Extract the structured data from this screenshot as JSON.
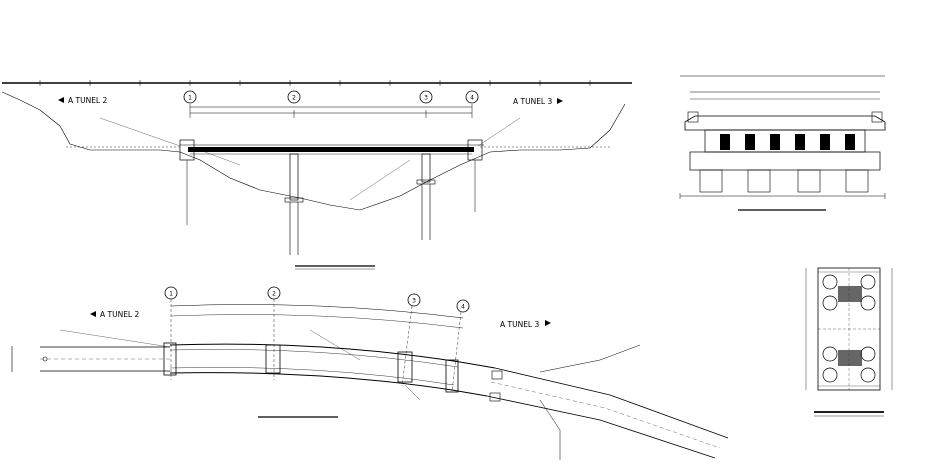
{
  "elevation": {
    "tunnel_left": "A TUNEL 2",
    "tunnel_right": "A TUNEL 3",
    "axes": [
      "1",
      "2",
      "3",
      "4"
    ]
  },
  "plan": {
    "tunnel_left": "A TUNEL 2",
    "tunnel_right": "A TUNEL 3",
    "axes": [
      "1",
      "2",
      "3",
      "4"
    ]
  },
  "colors": {
    "line": "#000000",
    "background": "#ffffff",
    "hatch": "#333333"
  },
  "icons": [
    "arrow-left-icon",
    "arrow-right-icon"
  ]
}
